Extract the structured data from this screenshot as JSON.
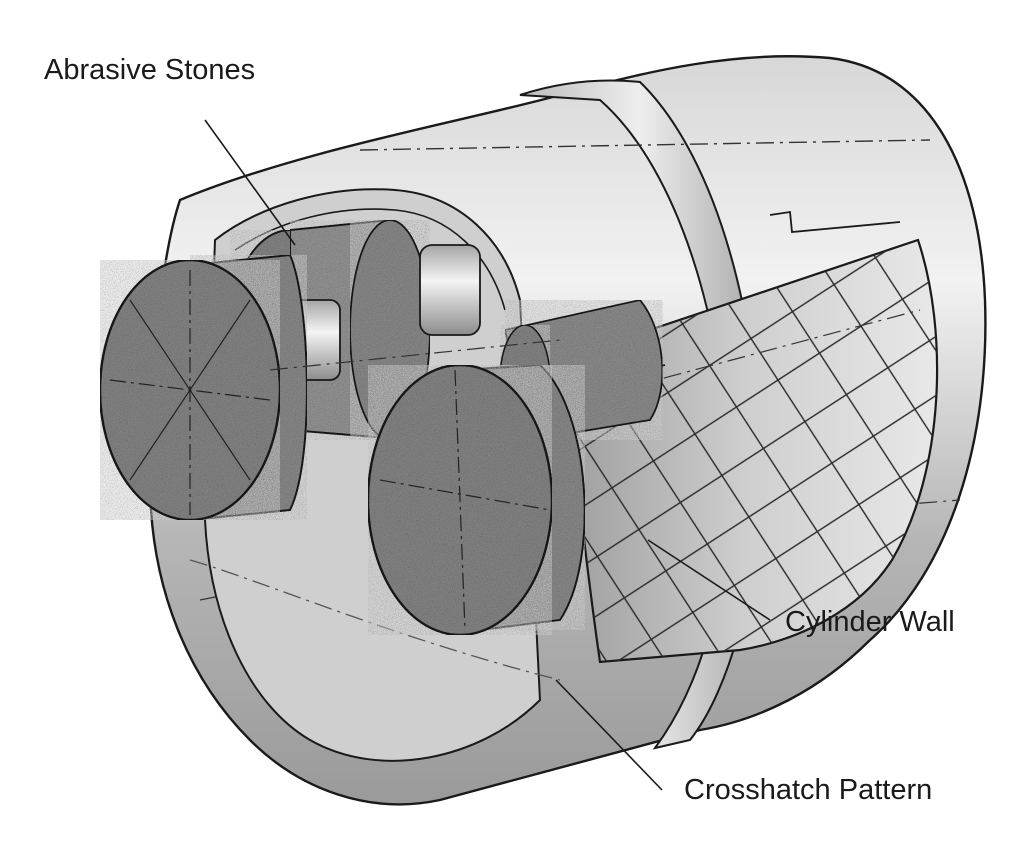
{
  "labels": {
    "abrasive_stones": "Abrasive Stones",
    "cylinder_wall": "Cylinder Wall",
    "crosshatch_pattern": "Crosshatch Pattern"
  },
  "colors": {
    "outline": "#1a1a1a",
    "metal_light": "#e3e3e3",
    "metal_mid": "#bdbdbd",
    "metal_dark": "#8f8f8f",
    "stone": "#8a8a8a",
    "background": "#ffffff"
  }
}
